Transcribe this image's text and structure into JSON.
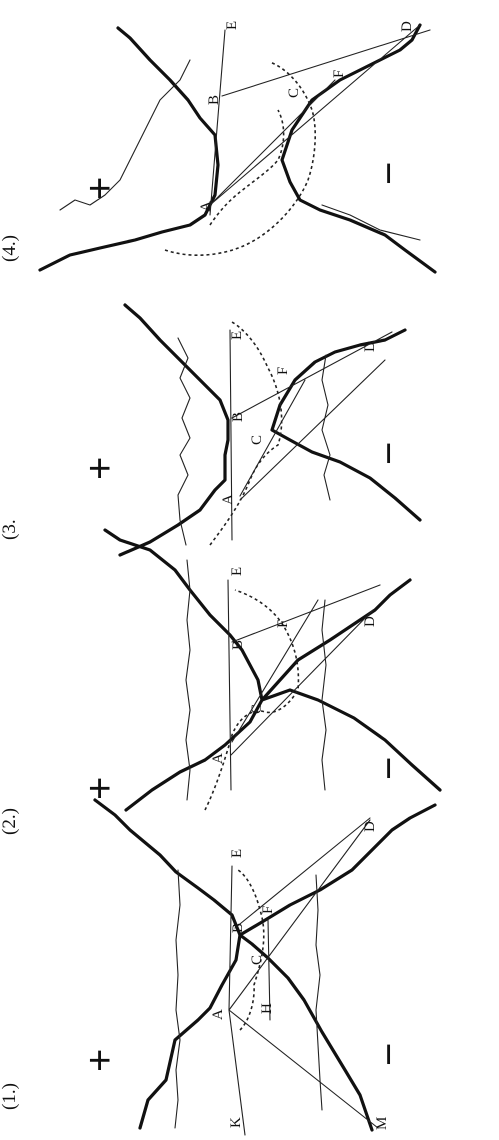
{
  "panels": [
    {
      "title": "(1.)",
      "plus": "+",
      "minus": "−",
      "labels": {
        "A": "A",
        "B": "B",
        "C": "C",
        "D": "D",
        "E": "E",
        "F": "F",
        "H": "H",
        "K": "K",
        "M": "M"
      }
    },
    {
      "title": "(2.)",
      "plus": "+",
      "minus": "−",
      "labels": {
        "A": "A",
        "B": "B",
        "C": "C",
        "D": "D",
        "E": "E",
        "F": "F"
      }
    },
    {
      "title": "(3.",
      "plus": "+",
      "minus": "−",
      "labels": {
        "A": "A",
        "B": "B",
        "C": "C",
        "D": "D",
        "E": "E",
        "F": "F"
      }
    },
    {
      "title": "(4.)",
      "plus": "+",
      "minus": "−",
      "labels": {
        "A": "A",
        "B": "B",
        "C": "C",
        "D": "D",
        "E": "E",
        "F": "F"
      }
    }
  ]
}
